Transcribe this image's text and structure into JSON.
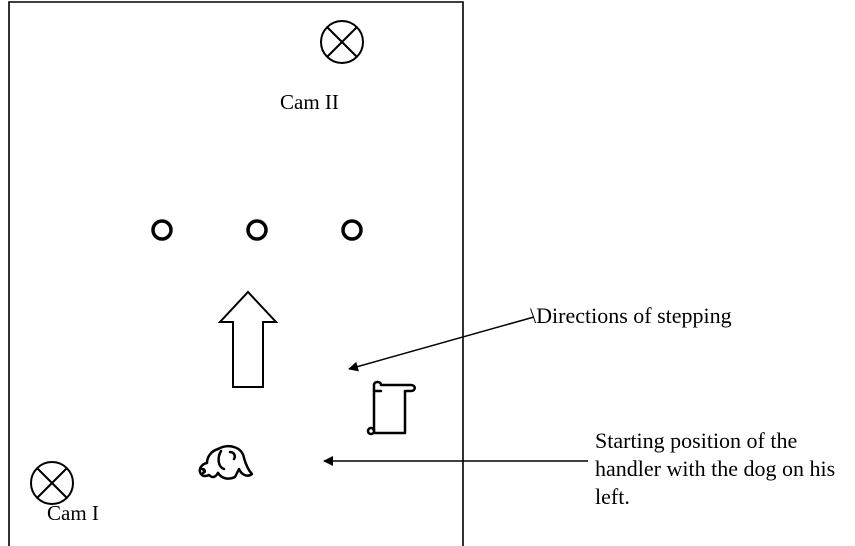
{
  "labels": {
    "camera_2": "Cam II",
    "camera_1": "Cam I",
    "directions": "\\Directions of stepping",
    "start_lines": [
      "Starting position of the",
      "handler with the dog on his",
      "left."
    ]
  },
  "icons": {
    "camera": "camera-crosshair-icon",
    "marker": "cone-marker-icon",
    "direction": "up-arrow-icon",
    "handler": "handler-icon",
    "dog": "dog-icon"
  },
  "colors": {
    "stroke": "#000000",
    "background": "#ffffff"
  }
}
